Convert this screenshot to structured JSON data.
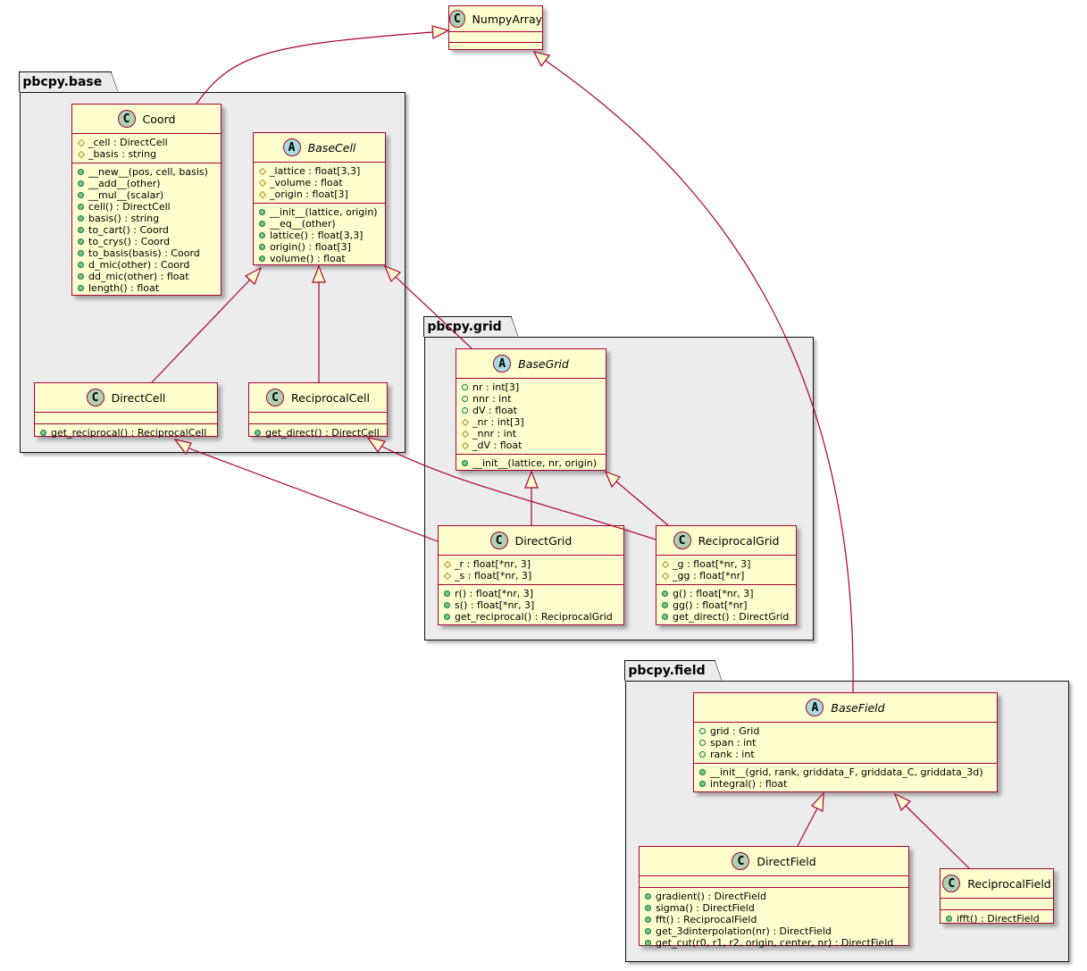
{
  "packages": [
    {
      "id": "base",
      "name": "pbcpy.base"
    },
    {
      "id": "grid",
      "name": "pbcpy.grid"
    },
    {
      "id": "field",
      "name": "pbcpy.field"
    }
  ],
  "classes": {
    "numpyarray": {
      "name": "NumpyArray",
      "kind": "class",
      "fields": [],
      "methods": []
    },
    "coord": {
      "name": "Coord",
      "kind": "class",
      "fields": [
        {
          "vis": "protected",
          "text": "_cell : DirectCell"
        },
        {
          "vis": "protected",
          "text": "_basis : string"
        }
      ],
      "methods": [
        {
          "vis": "public",
          "text": "__new__(pos, cell, basis)"
        },
        {
          "vis": "public",
          "text": "__add__(other)"
        },
        {
          "vis": "public",
          "text": "__mul__(scalar)"
        },
        {
          "vis": "public",
          "text": "cell() : DirectCell"
        },
        {
          "vis": "public",
          "text": "basis() : string"
        },
        {
          "vis": "public",
          "text": "to_cart() : Coord"
        },
        {
          "vis": "public",
          "text": "to_crys() : Coord"
        },
        {
          "vis": "public",
          "text": "to_basis(basis) : Coord"
        },
        {
          "vis": "public",
          "text": "d_mic(other) : Coord"
        },
        {
          "vis": "public",
          "text": "dd_mic(other) : float"
        },
        {
          "vis": "public",
          "text": "length() : float"
        }
      ]
    },
    "basecell": {
      "name": "BaseCell",
      "kind": "abstract",
      "fields": [
        {
          "vis": "protected",
          "text": "_lattice : float[3,3]"
        },
        {
          "vis": "protected",
          "text": "_volume : float"
        },
        {
          "vis": "protected",
          "text": "_origin : float[3]"
        }
      ],
      "methods": [
        {
          "vis": "public",
          "text": "__init__(lattice, origin)"
        },
        {
          "vis": "public",
          "text": "__eq__(other)"
        },
        {
          "vis": "public",
          "text": "lattice() : float[3,3]"
        },
        {
          "vis": "public",
          "text": "origin() : float[3]"
        },
        {
          "vis": "public",
          "text": "volume() : float"
        }
      ]
    },
    "directcell": {
      "name": "DirectCell",
      "kind": "class",
      "fields": [],
      "methods": [
        {
          "vis": "public",
          "text": "get_reciprocal() : ReciprocalCell"
        }
      ]
    },
    "reciprocalcell": {
      "name": "ReciprocalCell",
      "kind": "class",
      "fields": [],
      "methods": [
        {
          "vis": "public",
          "text": "get_direct() : DirectCell"
        }
      ]
    },
    "basegrid": {
      "name": "BaseGrid",
      "kind": "abstract",
      "fields": [
        {
          "vis": "public",
          "text": "nr : int[3]"
        },
        {
          "vis": "public",
          "text": "nnr : int"
        },
        {
          "vis": "public",
          "text": "dV : float"
        },
        {
          "vis": "protected",
          "text": "_nr : int[3]"
        },
        {
          "vis": "protected",
          "text": "_nnr : int"
        },
        {
          "vis": "protected",
          "text": "_dV : float"
        }
      ],
      "methods": [
        {
          "vis": "public",
          "text": "__init__(lattice, nr, origin)"
        }
      ]
    },
    "directgrid": {
      "name": "DirectGrid",
      "kind": "class",
      "fields": [
        {
          "vis": "protected",
          "text": "_r : float[*nr, 3]"
        },
        {
          "vis": "protected",
          "text": "_s : float[*nr, 3]"
        }
      ],
      "methods": [
        {
          "vis": "public",
          "text": "r() : float[*nr, 3]"
        },
        {
          "vis": "public",
          "text": "s() : float[*nr, 3]"
        },
        {
          "vis": "public",
          "text": "get_reciprocal() : ReciprocalGrid"
        }
      ]
    },
    "reciprocalgrid": {
      "name": "ReciprocalGrid",
      "kind": "class",
      "fields": [
        {
          "vis": "protected",
          "text": "_g : float[*nr, 3]"
        },
        {
          "vis": "protected",
          "text": "_gg : float[*nr]"
        }
      ],
      "methods": [
        {
          "vis": "public",
          "text": "g() : float[*nr, 3]"
        },
        {
          "vis": "public",
          "text": "gg() : float[*nr]"
        },
        {
          "vis": "public",
          "text": "get_direct() : DirectGrid"
        }
      ]
    },
    "basefield": {
      "name": "BaseField",
      "kind": "abstract",
      "fields": [
        {
          "vis": "public",
          "text": "grid : Grid"
        },
        {
          "vis": "public",
          "text": "span : int"
        },
        {
          "vis": "public",
          "text": "rank : int"
        }
      ],
      "methods": [
        {
          "vis": "public",
          "text": "__init__(grid, rank, griddata_F, griddata_C, griddata_3d)"
        },
        {
          "vis": "public",
          "text": "integral() : float"
        }
      ]
    },
    "directfield": {
      "name": "DirectField",
      "kind": "class",
      "fields": [],
      "methods": [
        {
          "vis": "public",
          "text": "gradient() : DirectField"
        },
        {
          "vis": "public",
          "text": "sigma() : DirectField"
        },
        {
          "vis": "public",
          "text": "fft() : ReciprocalField"
        },
        {
          "vis": "public",
          "text": "get_3dinterpolation(nr) : DirectField"
        },
        {
          "vis": "public",
          "text": "get_cut(r0, r1, r2, origin, center, nr) : DirectField"
        }
      ]
    },
    "reciprocalfield": {
      "name": "ReciprocalField",
      "kind": "class",
      "fields": [],
      "methods": [
        {
          "vis": "public",
          "text": "ifft() : DirectField"
        }
      ]
    }
  },
  "relations": [
    {
      "child": "Coord",
      "parent": "NumpyArray",
      "type": "inheritance"
    },
    {
      "child": "BaseField",
      "parent": "NumpyArray",
      "type": "inheritance"
    },
    {
      "child": "DirectCell",
      "parent": "BaseCell",
      "type": "inheritance"
    },
    {
      "child": "ReciprocalCell",
      "parent": "BaseCell",
      "type": "inheritance"
    },
    {
      "child": "BaseGrid",
      "parent": "BaseCell",
      "type": "inheritance"
    },
    {
      "child": "DirectGrid",
      "parent": "BaseGrid",
      "type": "inheritance"
    },
    {
      "child": "ReciprocalGrid",
      "parent": "BaseGrid",
      "type": "inheritance"
    },
    {
      "child": "DirectGrid",
      "parent": "DirectCell",
      "type": "inheritance"
    },
    {
      "child": "ReciprocalGrid",
      "parent": "ReciprocalCell",
      "type": "inheritance"
    },
    {
      "child": "DirectField",
      "parent": "BaseField",
      "type": "inheritance"
    },
    {
      "child": "ReciprocalField",
      "parent": "BaseField",
      "type": "inheritance"
    }
  ],
  "colors": {
    "class_fill": "#fefece",
    "class_border": "#a80036",
    "class_spot": "#add1b2",
    "abstract_spot": "#a9dcdf",
    "package_fill": "#ececec",
    "edge": "#a80036"
  }
}
